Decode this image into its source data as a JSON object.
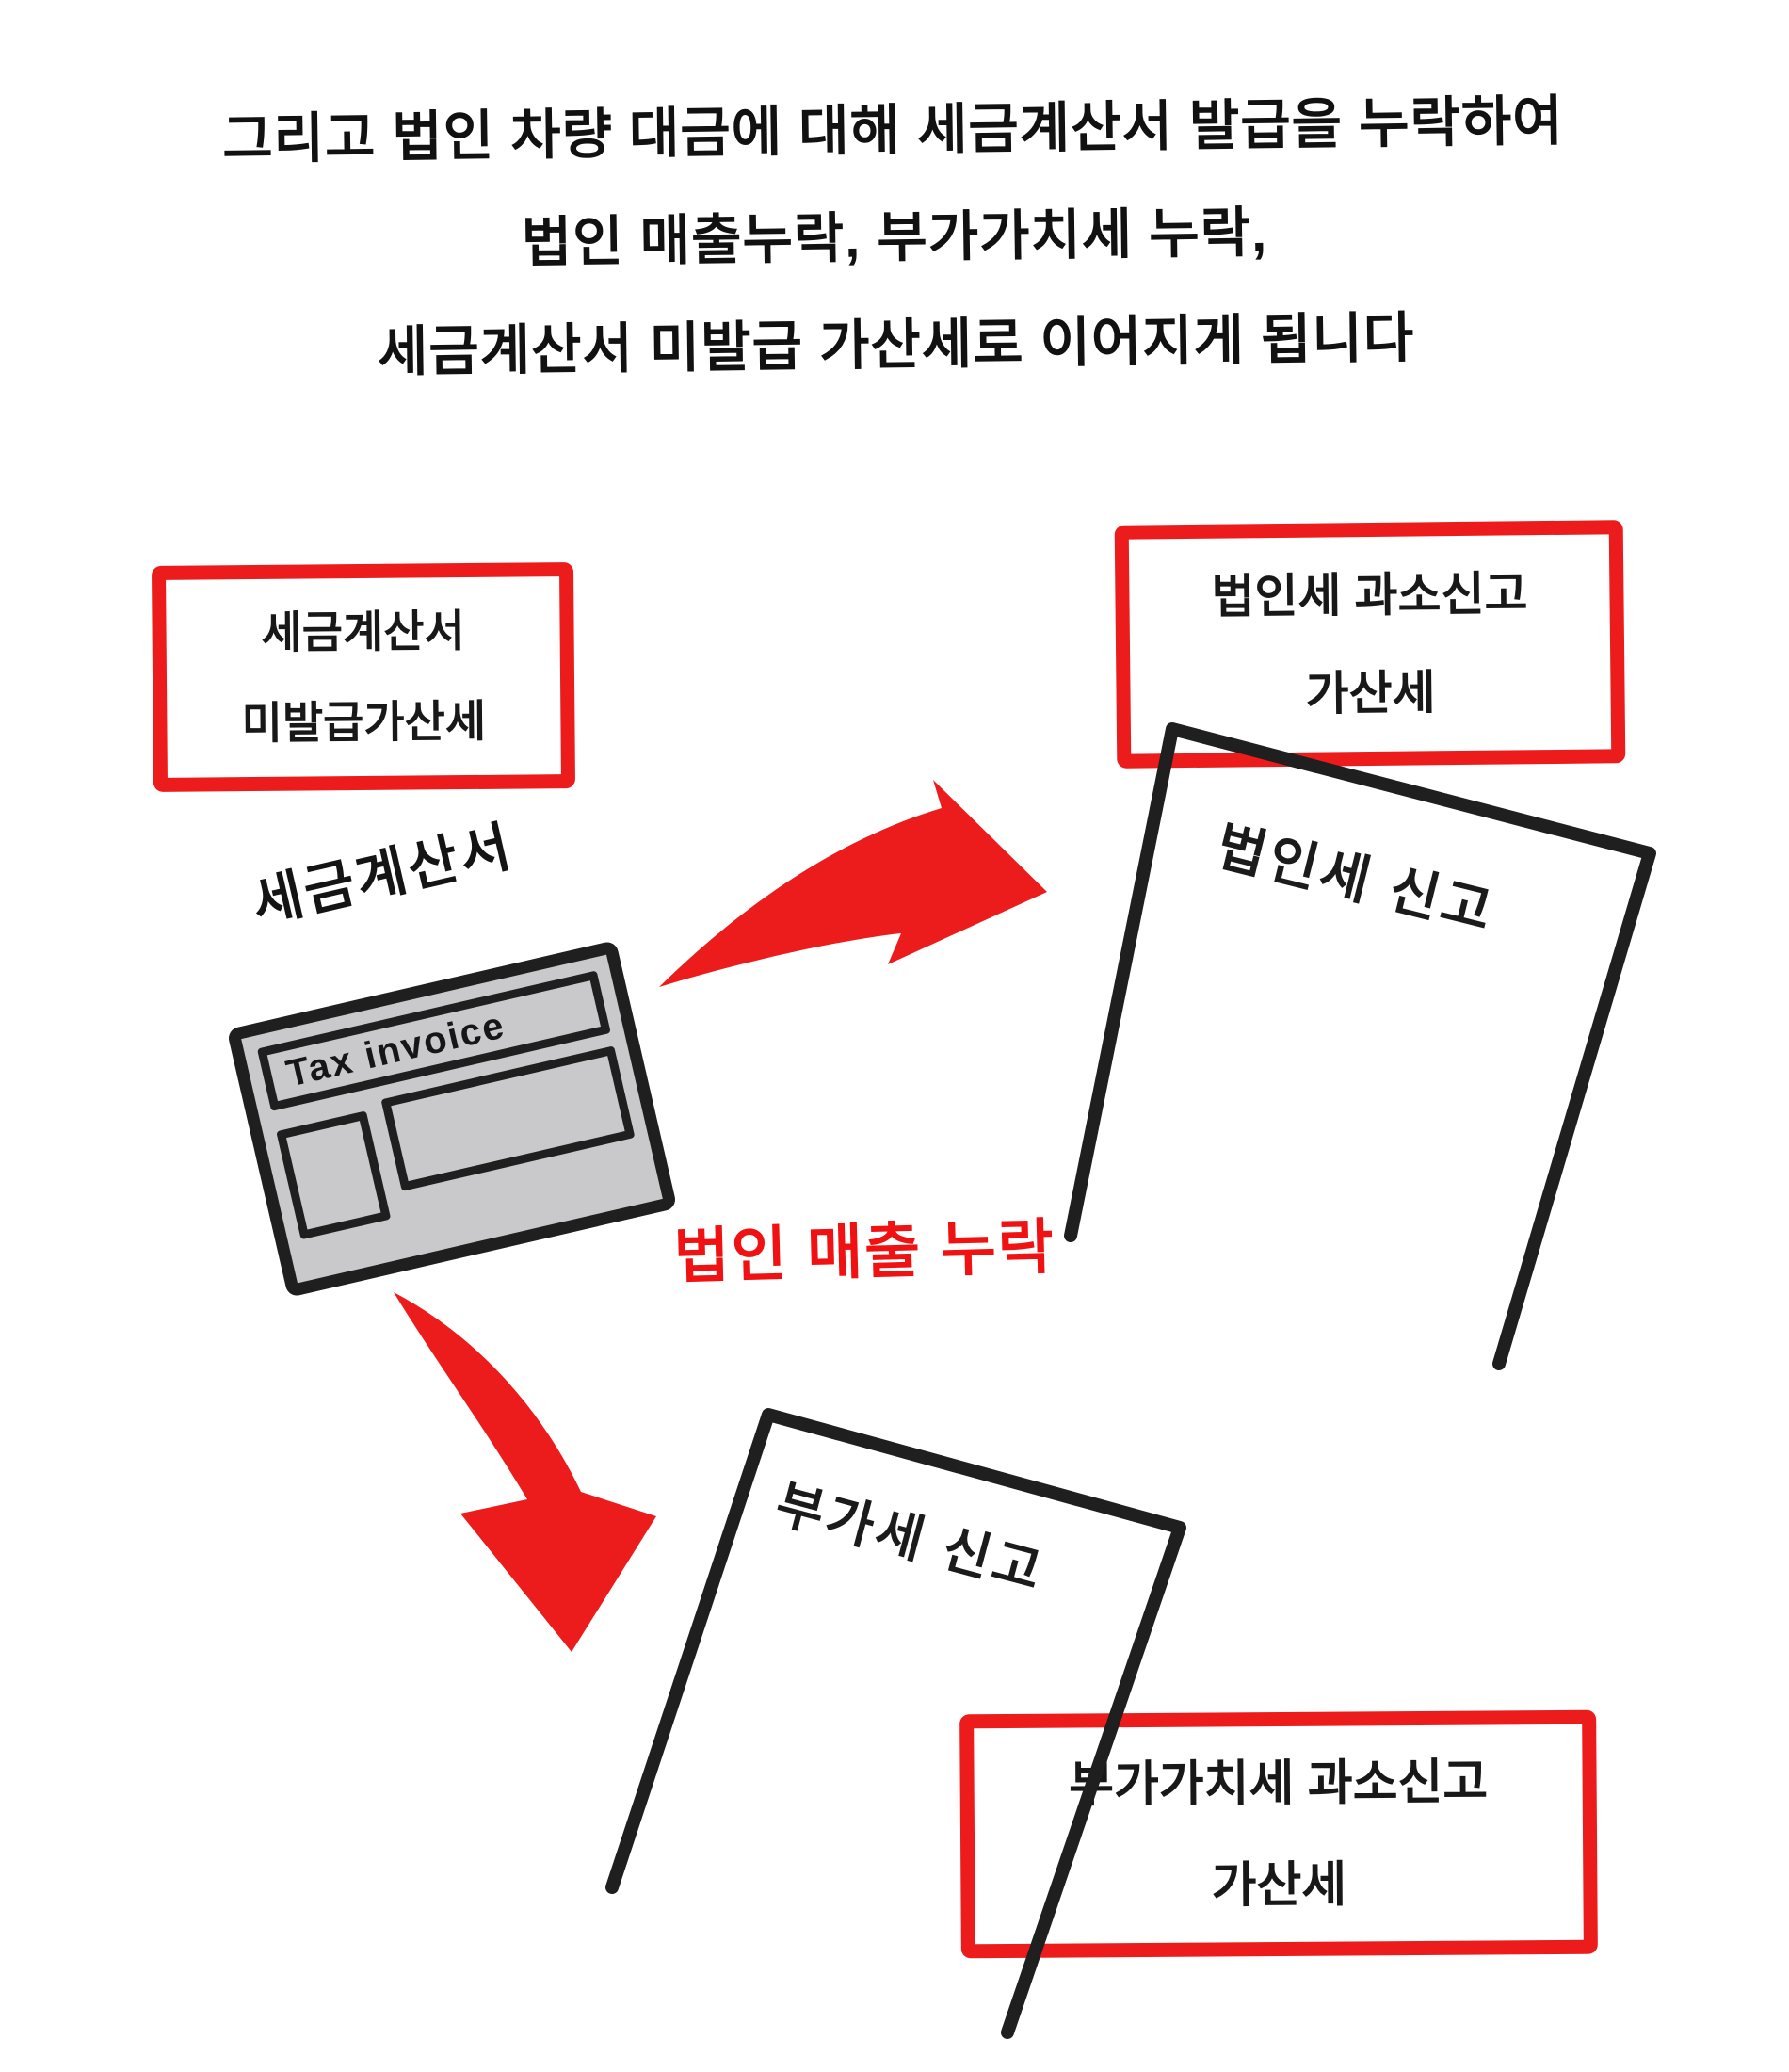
{
  "colors": {
    "red": "#ED1C1C",
    "red_text": "#F01212",
    "ink": "#1F1F1F",
    "invoice_fill": "#C9C9CB",
    "background": "#FFFFFF"
  },
  "header": {
    "line1": "그리고 법인 차량 대금에 대해 세금계산서 발급을 누락하여",
    "line2": "법인 매출누락, 부가가치세 누락,",
    "line3": "세금계산서 미발급 가산세로 이어지게 됩니다"
  },
  "boxes": {
    "invoice_penalty": {
      "line1": "세금계산서",
      "line2": "미발급가산세"
    },
    "corporate_tax_penalty": {
      "line1": "법인세 과소신고",
      "line2": "가산세"
    },
    "vat_penalty": {
      "line1": "부가가치세 과소신고",
      "line2": "가산세"
    }
  },
  "invoice": {
    "label": "세금계산서",
    "title": "Tax invoice"
  },
  "documents": {
    "corporate_tax_report": "법인세 신고",
    "vat_report": "부가세 신고"
  },
  "notes": {
    "sales_omission": "법인 매출 누락"
  }
}
